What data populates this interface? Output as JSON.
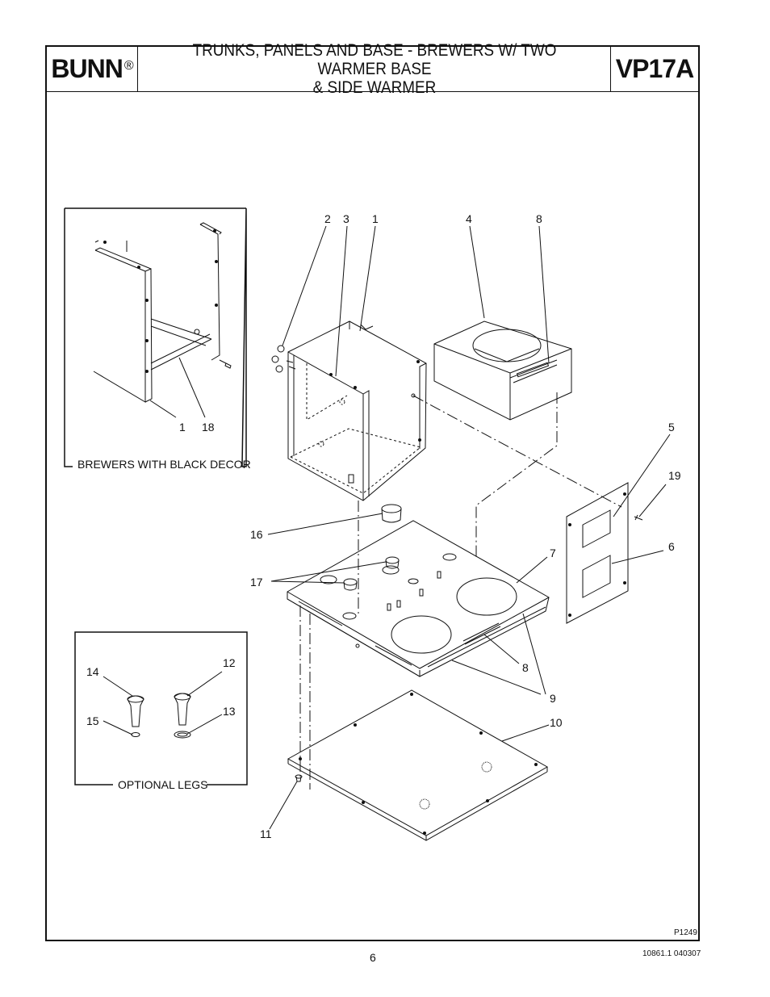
{
  "header": {
    "brand": "BUNN",
    "brand_mark": "®",
    "title_line1": "TRUNKS, PANELS AND BASE - BREWERS W/ TWO WARMER BASE",
    "title_line2": "& SIDE WARMER",
    "code": "VP17A"
  },
  "insets": {
    "black_decor_caption": "BREWERS WITH BLACK DECOR",
    "optional_legs_caption": "OPTIONAL LEGS"
  },
  "callouts": {
    "c1": "1",
    "c2": "2",
    "c3": "3",
    "c4": "4",
    "c5": "5",
    "c6": "6",
    "c7": "7",
    "c8": "8",
    "c9": "9",
    "c10": "10",
    "c11": "11",
    "c12": "12",
    "c13": "13",
    "c14": "14",
    "c15": "15",
    "c16": "16",
    "c17": "17",
    "c18": "18",
    "c19": "19"
  },
  "figure_id": "P1249",
  "footer": {
    "page": "6",
    "doc_number": "10861.1  040307"
  }
}
